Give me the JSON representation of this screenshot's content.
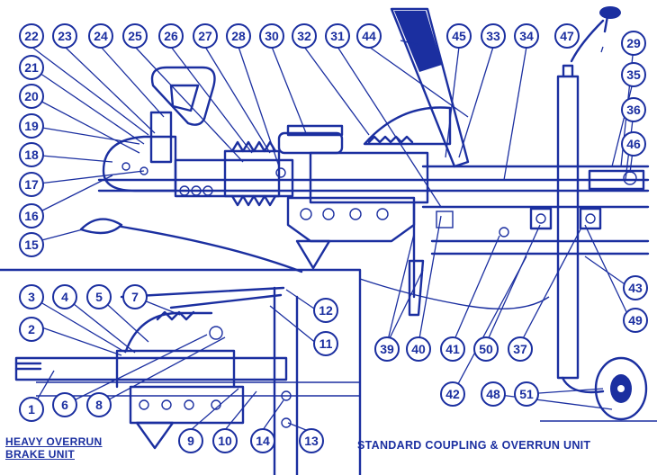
{
  "colors": {
    "ink": "#1b2fa0",
    "paper": "#ffffff"
  },
  "captions": {
    "inset_line1": "HEAVY OVERRUN",
    "inset_line2": "BRAKE UNIT",
    "main": "STANDARD COUPLING & OVERRUN UNIT"
  },
  "callouts": {
    "c1": "1",
    "c2": "2",
    "c3": "3",
    "c4": "4",
    "c5": "5",
    "c6": "6",
    "c7": "7",
    "c8": "8",
    "c9": "9",
    "c10": "10",
    "c11": "11",
    "c12": "12",
    "c13": "13",
    "c14": "14",
    "c15": "15",
    "c16": "16",
    "c17": "17",
    "c18": "18",
    "c19": "19",
    "c20": "20",
    "c21": "21",
    "c22": "22",
    "c23": "23",
    "c24": "24",
    "c25": "25",
    "c26": "26",
    "c27": "27",
    "c28": "28",
    "c29": "29",
    "c30": "30",
    "c31": "31",
    "c32": "32",
    "c33": "33",
    "c34": "34",
    "c35": "35",
    "c36": "36",
    "c37": "37",
    "c39": "39",
    "c40": "40",
    "c41": "41",
    "c42": "42",
    "c43": "43",
    "c44": "44",
    "c45": "45",
    "c46": "46",
    "c47": "47",
    "c48": "48",
    "c49": "49",
    "c50": "50",
    "c51": "51"
  }
}
